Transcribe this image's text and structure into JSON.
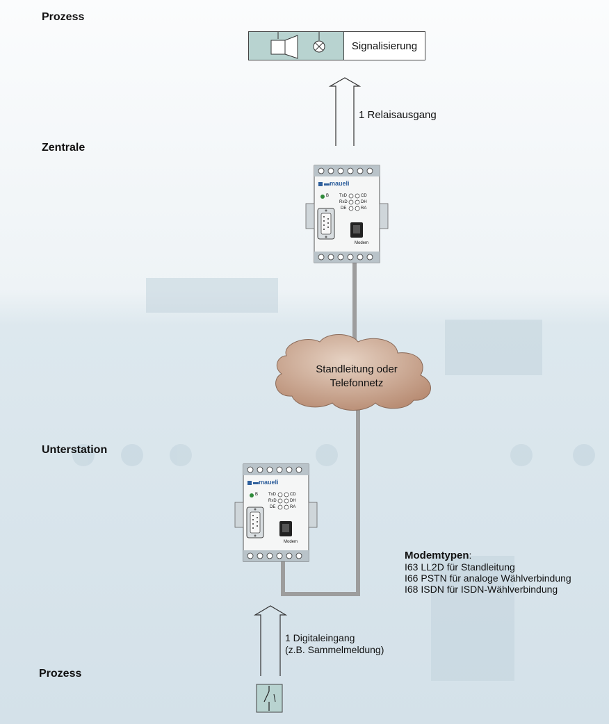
{
  "labels": {
    "prozess_top": "Prozess",
    "zentrale": "Zentrale",
    "unterstation": "Unterstation",
    "prozess_bottom": "Prozess"
  },
  "signal": {
    "label": "Signalisierung"
  },
  "relay": {
    "label": "1 Relaisausgang"
  },
  "cloud": {
    "line1": "Standleitung oder",
    "line2": "Telefonnetz"
  },
  "digital": {
    "line1": "1 Digitaleingang",
    "line2": "(z.B. Sammelmeldung)"
  },
  "modem_types": {
    "title": "Modemtypen",
    "colon": ":",
    "items": [
      "I63 LL2D für Standleitung",
      "I66 PSTN für analoge Wählverbindung",
      "I68 ISDN für ISDN-Wählverbindung"
    ]
  },
  "device": {
    "brand": "maueli",
    "led_single": "B",
    "leds_left": [
      "TxD",
      "RxD",
      "DE"
    ],
    "leds_right": [
      "CD",
      "DH",
      "RA"
    ],
    "tag": "Modem"
  },
  "colors": {
    "background_top": "#f2f6f8",
    "background_bottom": "#d9e5ec",
    "cable": "#9d9d9d",
    "cloud": "#c9a894",
    "device_header": "#b9c3c9",
    "signal_symbol_bg": "#b8d3d0"
  }
}
